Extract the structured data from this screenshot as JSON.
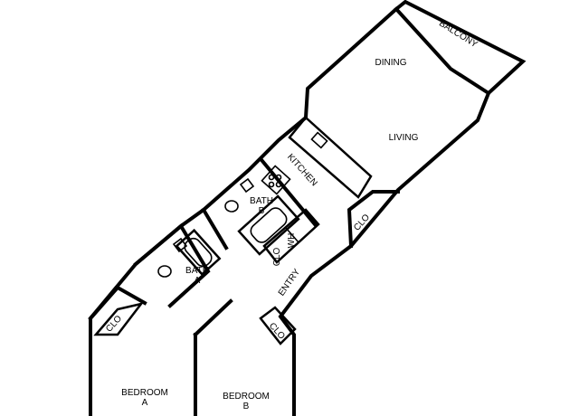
{
  "rooms": {
    "balcony": "BALCONY",
    "dining": "DINING",
    "living": "LIVING",
    "kitchen": "KITCHEN",
    "bath_b_line1": "BATH",
    "bath_b_line2": "B",
    "clo_living": "CLO",
    "clo_bath_b": "CLO",
    "wh": "WH",
    "bath_a_line1": "BATH",
    "bath_a_line2": "A",
    "entry": "ENTRY",
    "clo_bedroom_a": "CLO",
    "clo_entry": "CLO",
    "bedroom_a_line1": "BEDROOM",
    "bedroom_a_line2": "A",
    "bedroom_b_line1": "BEDROOM",
    "bedroom_b_line2": "B"
  }
}
